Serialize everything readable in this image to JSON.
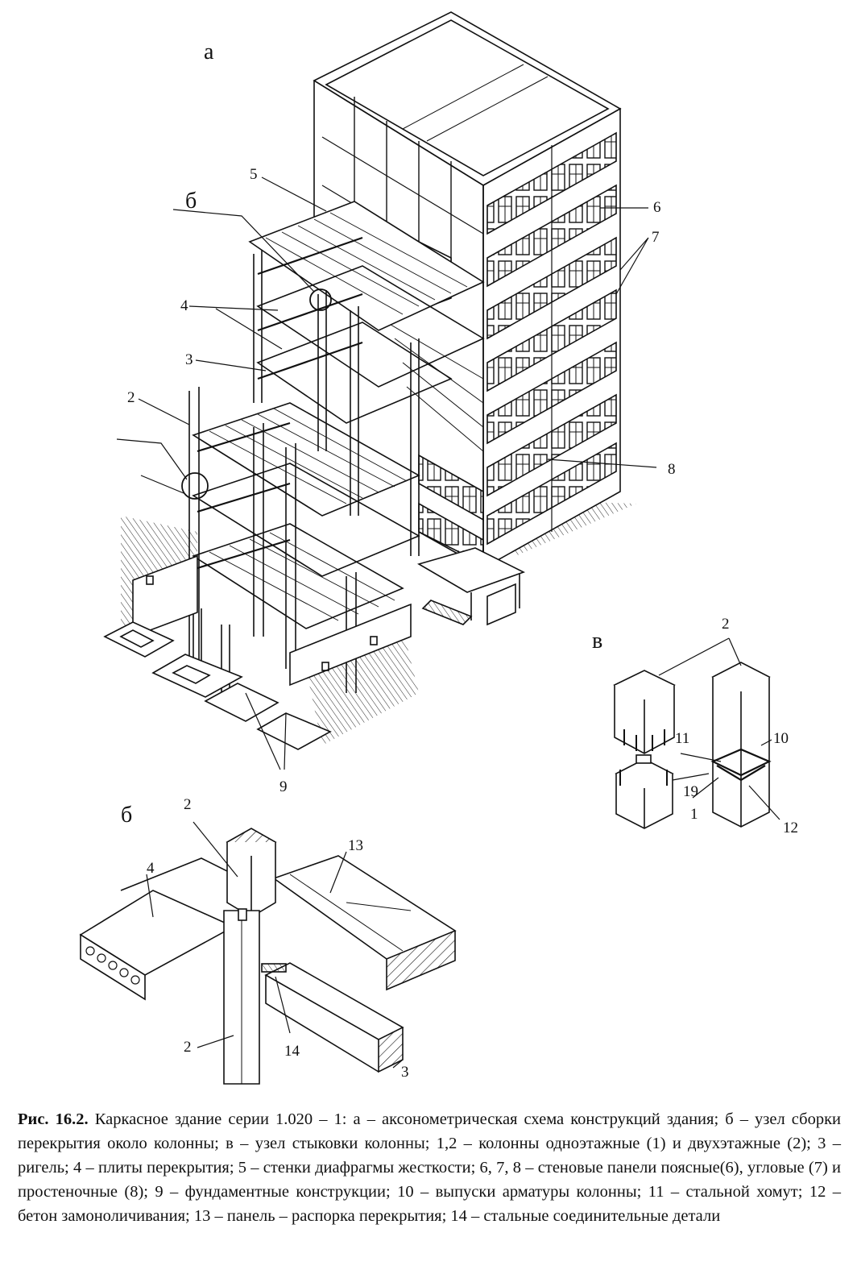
{
  "panels": {
    "a": "а",
    "b_top": "б",
    "b_detail": "б",
    "v": "в"
  },
  "callouts": {
    "main": [
      "5",
      "4",
      "3",
      "2",
      "6",
      "7",
      "8",
      "9"
    ],
    "detail_b": [
      "2",
      "4",
      "13",
      "2",
      "14",
      "3"
    ],
    "detail_v": [
      "2",
      "11",
      "10",
      "19",
      "1",
      "12"
    ]
  },
  "caption": {
    "lead": "Рис. 16.2.",
    "text": " Каркасное здание серии 1.020 – 1: а – аксонометрическая схема конструкций здания; б – узел сборки перекрытия около колонны; в – узел стыковки колонны; 1,2 – колонны одноэтажные (1) и двухэтажные (2); 3 – ригель; 4 – плиты перекрытия; 5 – стенки диафрагмы жесткости; 6, 7, 8 – стеновые панели поясные(6), угловые (7) и простеночные (8); 9 – фундаментные конструкции; 10 – выпуски арматуры колонны; 11 – стальной хомут; 12 – бетон замоноличивания; 13 – панель – распорка перекрытия; 14 – стальные соединительные детали"
  },
  "icons": {
    "node_marker": "circle-marker-icon"
  },
  "colors": {
    "ink": "#111111",
    "paper": "#ffffff"
  }
}
